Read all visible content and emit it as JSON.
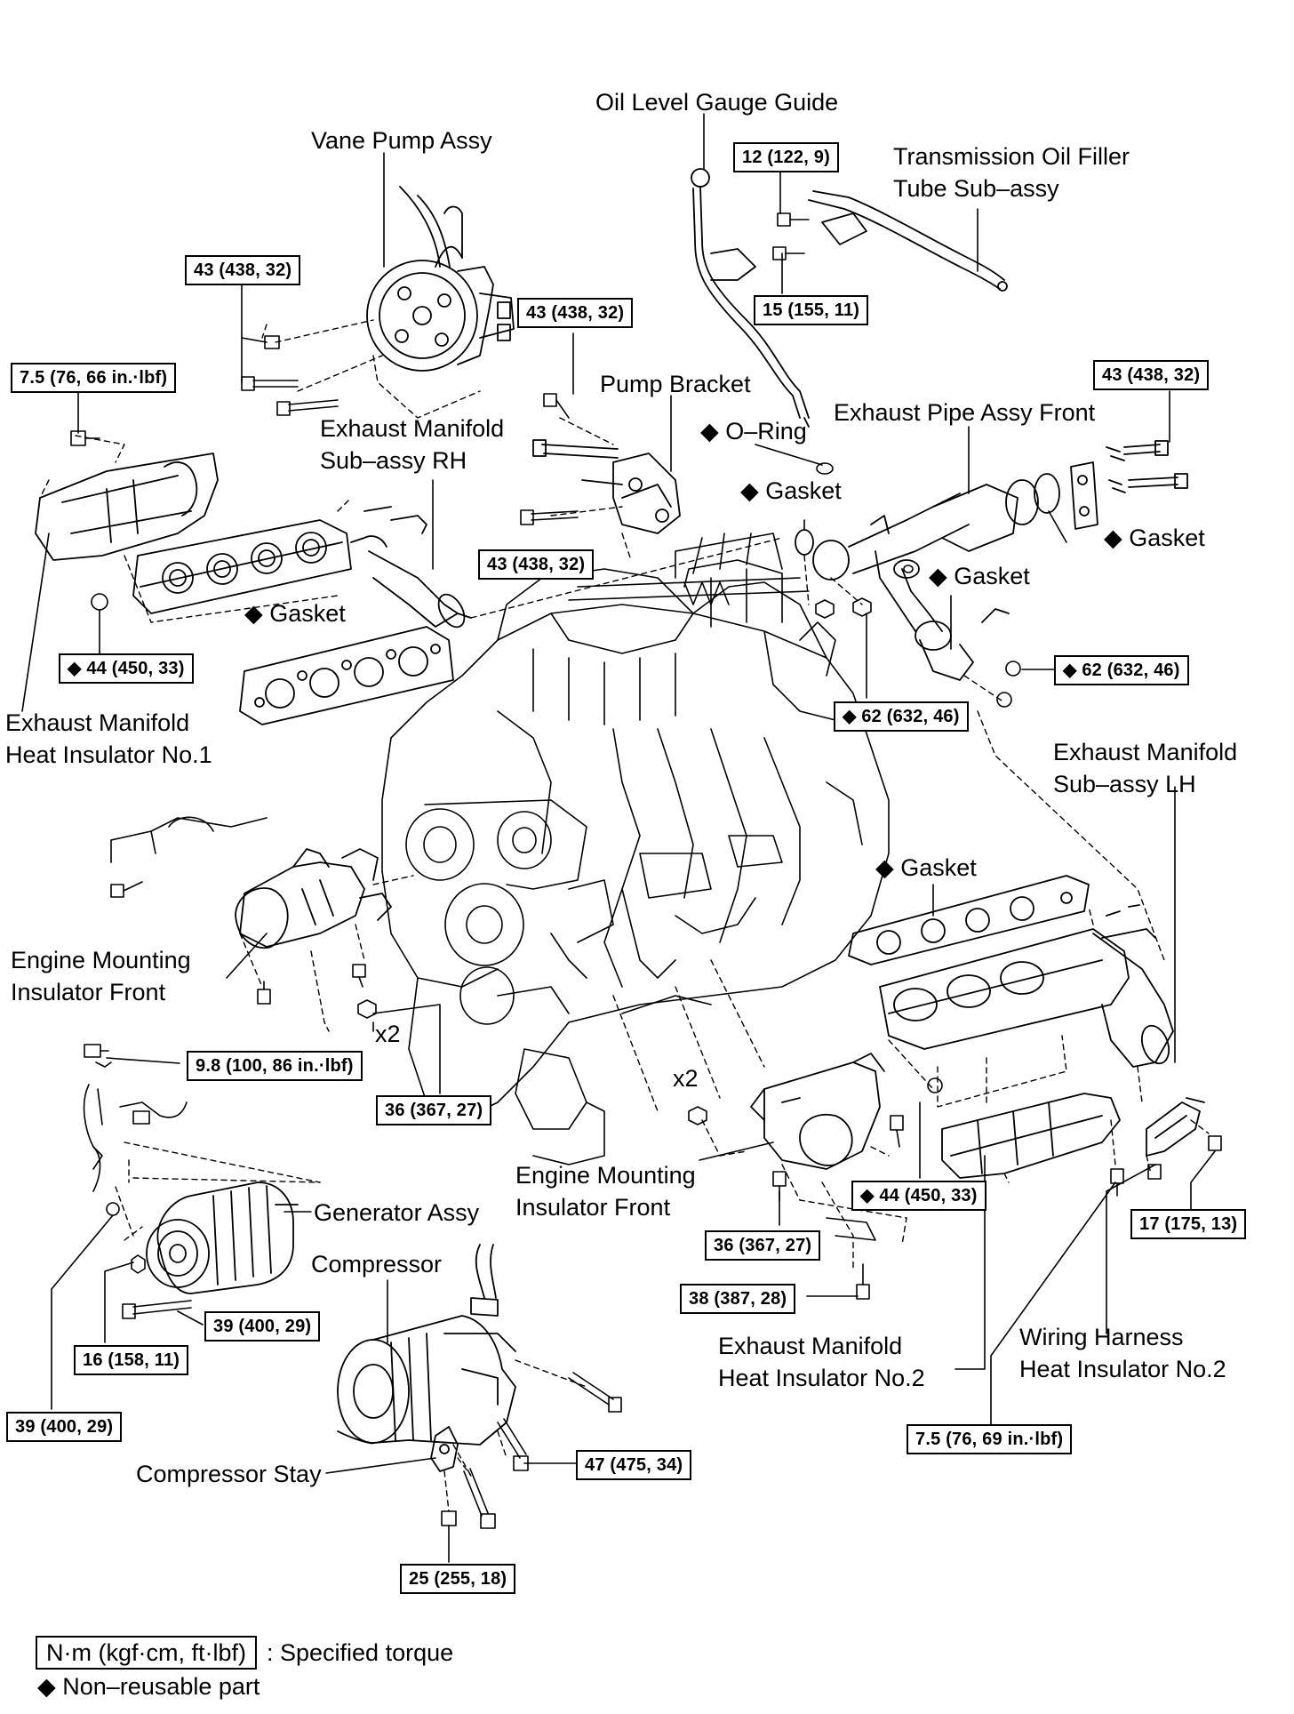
{
  "part_labels": {
    "oil_level_gauge_guide": "Oil Level Gauge Guide",
    "vane_pump_assy": "Vane Pump Assy",
    "transmission_oil_filler_tube": "Transmission Oil Filler\nTube Sub–assy",
    "pump_bracket": "Pump Bracket",
    "o_ring": "◆ O–Ring",
    "exhaust_pipe_assy_front": "Exhaust Pipe Assy Front",
    "exhaust_manifold_rh": "Exhaust Manifold\nSub–assy RH",
    "gasket_1": "◆ Gasket",
    "gasket_2": "◆ Gasket",
    "gasket_3": "◆ Gasket",
    "gasket_4": "◆ Gasket",
    "gasket_5": "◆ Gasket",
    "exhaust_manifold_heat_insulator_1": "Exhaust Manifold\nHeat Insulator No.1",
    "exhaust_manifold_lh": "Exhaust Manifold\nSub–assy LH",
    "engine_mounting_insulator_front_left": "Engine Mounting\nInsulator Front",
    "engine_mounting_insulator_front_right": "Engine Mounting\nInsulator Front",
    "x2_left": "x2",
    "x2_right": "x2",
    "generator_assy": "Generator Assy",
    "compressor": "Compressor",
    "compressor_stay": "Compressor Stay",
    "exhaust_manifold_heat_insulator_2": "Exhaust Manifold\nHeat Insulator No.2",
    "wiring_harness_heat_insulator_2": "Wiring Harness\nHeat Insulator No.2"
  },
  "torques": {
    "t_12_122_9": "12 (122, 9)",
    "t_43_vane": "43 (438, 32)",
    "t_43_bracket_top": "43 (438, 32)",
    "t_43_pipe": "43 (438, 32)",
    "t_15_155_11": "15 (155, 11)",
    "t_7_5_76_66": "7.5 (76, 66 in.·lbf)",
    "t_43_bracket_bottom": "43 (438, 32)",
    "t_44_left": "◆ 44 (450, 33)",
    "t_62_right": "◆ 62 (632, 46)",
    "t_62_center": "◆ 62 (632, 46)",
    "t_9_8_100_86": "9.8 (100, 86 in.·lbf)",
    "t_36_left": "36 (367, 27)",
    "t_44_right": "◆ 44 (450, 33)",
    "t_17_175_13": "17 (175, 13)",
    "t_36_right": "36 (367, 27)",
    "t_38_387_28": "38 (387, 28)",
    "t_39_400_29_right": "39 (400, 29)",
    "t_16_158_11": "16 (158, 11)",
    "t_39_400_29_left": "39 (400, 29)",
    "t_47_475_34": "47 (475, 34)",
    "t_7_5_76_69": "7.5 (76, 69 in.·lbf)",
    "t_25_255_18": "25 (255, 18)"
  },
  "legend": {
    "unit_box": "N·m (kgf·cm, ft·lbf)",
    "unit_text": ": Specified torque",
    "non_reusable": "◆ Non–reusable part"
  }
}
